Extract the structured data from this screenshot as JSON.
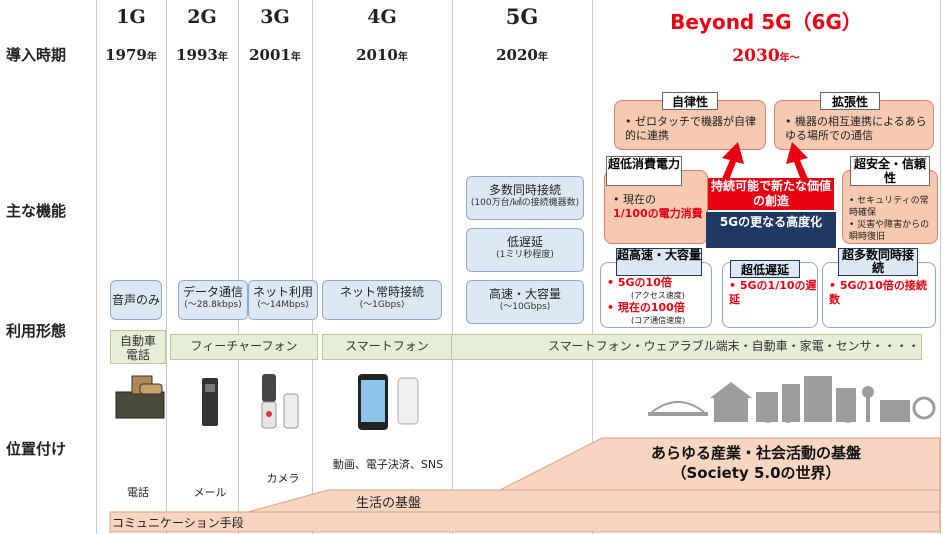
{
  "row_labels": {
    "period": "導入時期",
    "function": "主な機能",
    "usage": "利用形態",
    "position": "位置付け"
  },
  "generations": [
    {
      "gen": "1G",
      "year": "1979",
      "unit": "年"
    },
    {
      "gen": "2G",
      "year": "1993",
      "unit": "年"
    },
    {
      "gen": "3G",
      "year": "2001",
      "unit": "年"
    },
    {
      "gen": "4G",
      "year": "2010",
      "unit": "年"
    },
    {
      "gen": "5G",
      "year": "2020",
      "unit": "年"
    }
  ],
  "beyond": {
    "title": "Beyond 5G（6G）",
    "year": "2030",
    "unit": "年〜"
  },
  "functions": {
    "g1": {
      "label": "音声のみ"
    },
    "g2": {
      "label": "データ通信",
      "sub": "(〜28.8kbps)"
    },
    "g3": {
      "label": "ネット利用",
      "sub": "(〜14Mbps)"
    },
    "g4": {
      "label": "ネット常時接続",
      "sub": "(〜1Gbps)"
    },
    "g5": [
      {
        "label": "多数同時接続",
        "sub": "(100万台/㎢の接続機器数)"
      },
      {
        "label": "低遅延",
        "sub": "(1ミリ秒程度)"
      },
      {
        "label": "高速・大容量",
        "sub": "(〜10Gbps)"
      }
    ]
  },
  "usage": {
    "car_phone": "自動車\n電話",
    "feature_phone": "フィーチャーフォン",
    "smartphone": "スマートフォン",
    "beyond": "スマートフォン・ウェアラブル端末・自動車・家電・センサ・・・・"
  },
  "captions": {
    "g1": "電話",
    "g2": "メール",
    "g3": "カメラ",
    "g4": "動画、電子決済、SNS"
  },
  "positioning": {
    "base": "コミュニケーション手段",
    "life": "生活の基盤",
    "society1": "あらゆる産業・社会活動の基盤",
    "society2": "（Society 5.0の世界）"
  },
  "sixg": {
    "autonomy": {
      "title": "自律性",
      "items": [
        "ゼロタッチで機器が自律的に連携"
      ]
    },
    "extension": {
      "title": "拡張性",
      "items": [
        "機器の相互連携によるあらゆる場所での通信"
      ]
    },
    "low_power": {
      "title": "超低消費電力",
      "items": [
        "現在の"
      ],
      "highlight": "1/100の電力消費"
    },
    "safety": {
      "title": "超安全・信頼性",
      "items": [
        "セキュリティの常時確保",
        "災害や障害からの瞬時復旧"
      ]
    },
    "center_red": "持続可能で新たな価値の創造",
    "center_navy": "5Gの更なる高度化",
    "high_speed": {
      "title": "超高速・大容量",
      "items": [
        "5Gの10倍",
        "現在の100倍"
      ],
      "subs": [
        "(アクセス速度)",
        "(コア通信速度)"
      ]
    },
    "low_latency": {
      "title": "超低遅延",
      "items": [
        "5Gの1/10の遅延"
      ]
    },
    "massive": {
      "title": "超多数同時接続",
      "items": [
        "5Gの10倍の接続数"
      ]
    }
  },
  "colors": {
    "accent_red": "#e60012",
    "navy": "#1f3864",
    "orange_fill": "#f6c9b0",
    "blue_fill": "#dde8f5",
    "green_fill": "#e6eed8"
  }
}
